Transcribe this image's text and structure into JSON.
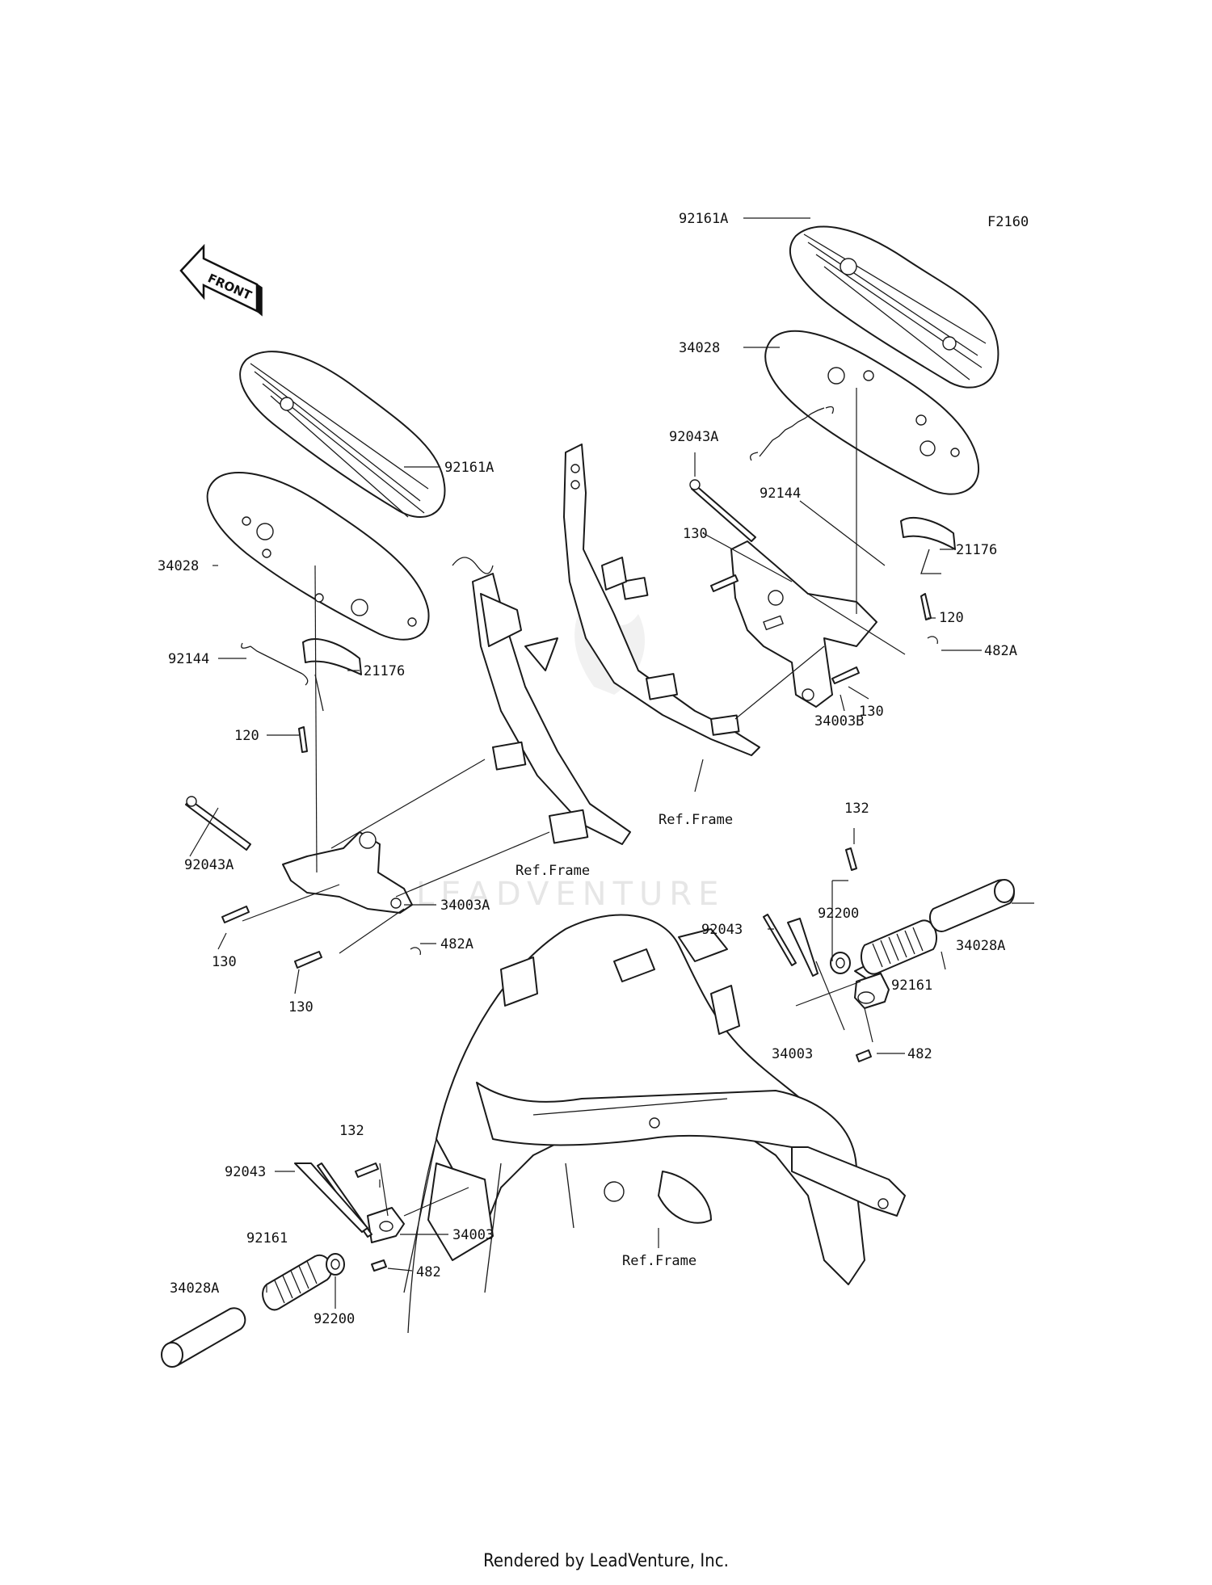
{
  "diagram_code": "F2160",
  "front_arrow_text": "FRONT",
  "watermark_text": "LEADVENTURE",
  "footer_text": "Rendered by LeadVenture, Inc.",
  "labels": {
    "92161A_right": "92161A",
    "34028_right": "34028",
    "92043A_right": "92043A",
    "92144_right": "92144",
    "21176_right": "21176",
    "130_right_upper": "130",
    "120_right": "120",
    "482A_right": "482A",
    "130_right_lower": "130",
    "34003B": "34003B",
    "refframe_top": "Ref.Frame",
    "92161A_left": "92161A",
    "34028_left": "34028",
    "92144_left": "92144",
    "21176_left": "21176",
    "120_left": "120",
    "92043A_left": "92043A",
    "refframe_mid": "Ref.Frame",
    "34003A": "34003A",
    "130_left_a": "130",
    "482A_left": "482A",
    "130_left_b": "130",
    "132_right": "132",
    "92200_right": "92200",
    "34028A_right": "34028A",
    "92043_right": "92043",
    "92161_right": "92161",
    "34003_right": "34003",
    "482_right": "482",
    "132_left": "132",
    "92043_left": "92043",
    "34003_left": "34003",
    "92161_left": "92161",
    "482_left": "482",
    "34028A_left": "34028A",
    "92200_left": "92200",
    "refframe_bottom": "Ref.Frame"
  }
}
